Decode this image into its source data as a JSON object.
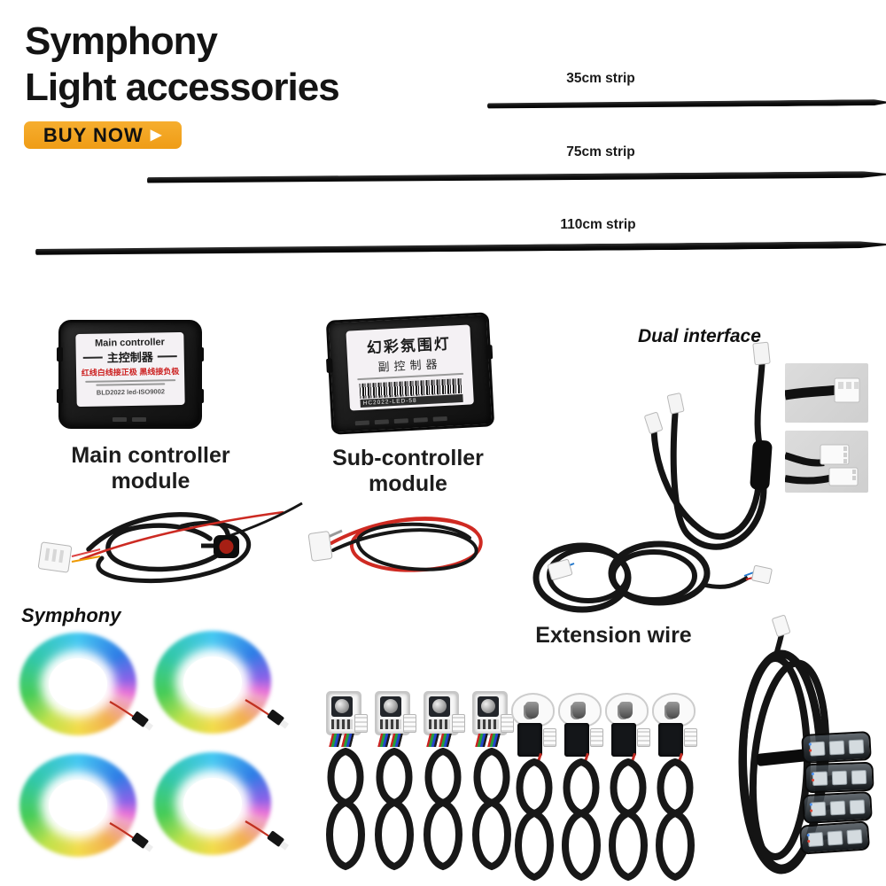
{
  "header": {
    "title_line1": "Symphony",
    "title_line2": "Light accessories",
    "buy_now_label": "BUY NOW",
    "buy_now_arrow": "▶"
  },
  "strips": {
    "items": [
      {
        "label": "35cm strip"
      },
      {
        "label": "75cm strip"
      },
      {
        "label": "110cm strip"
      }
    ]
  },
  "main_controller": {
    "label_en": "Main controller",
    "label_cn": "主控制器",
    "warning_cn": "红线白线接正极 黑线接负极",
    "code": "BLD2022 led-ISO9002",
    "caption": "Main controller module"
  },
  "sub_controller": {
    "label_cn_line1": "幻彩氛围灯",
    "label_cn_line2": "副控制器",
    "code": "HC2022-LED-58",
    "caption": "Sub-controller module"
  },
  "sections": {
    "dual_interface_label": "Dual interface",
    "rings_label": "Symphony",
    "extension_caption": "Extension wire"
  },
  "colors": {
    "accent_orange": "#F2A11E",
    "warning_red": "#CC2222",
    "cable_black": "#171717",
    "ring_gradient": [
      "#45C8F2",
      "#2F7DE6",
      "#8A62E8",
      "#E873D8",
      "#F2B050",
      "#F2DC4A",
      "#BFE24C",
      "#46CC58",
      "#32C8A8"
    ]
  }
}
